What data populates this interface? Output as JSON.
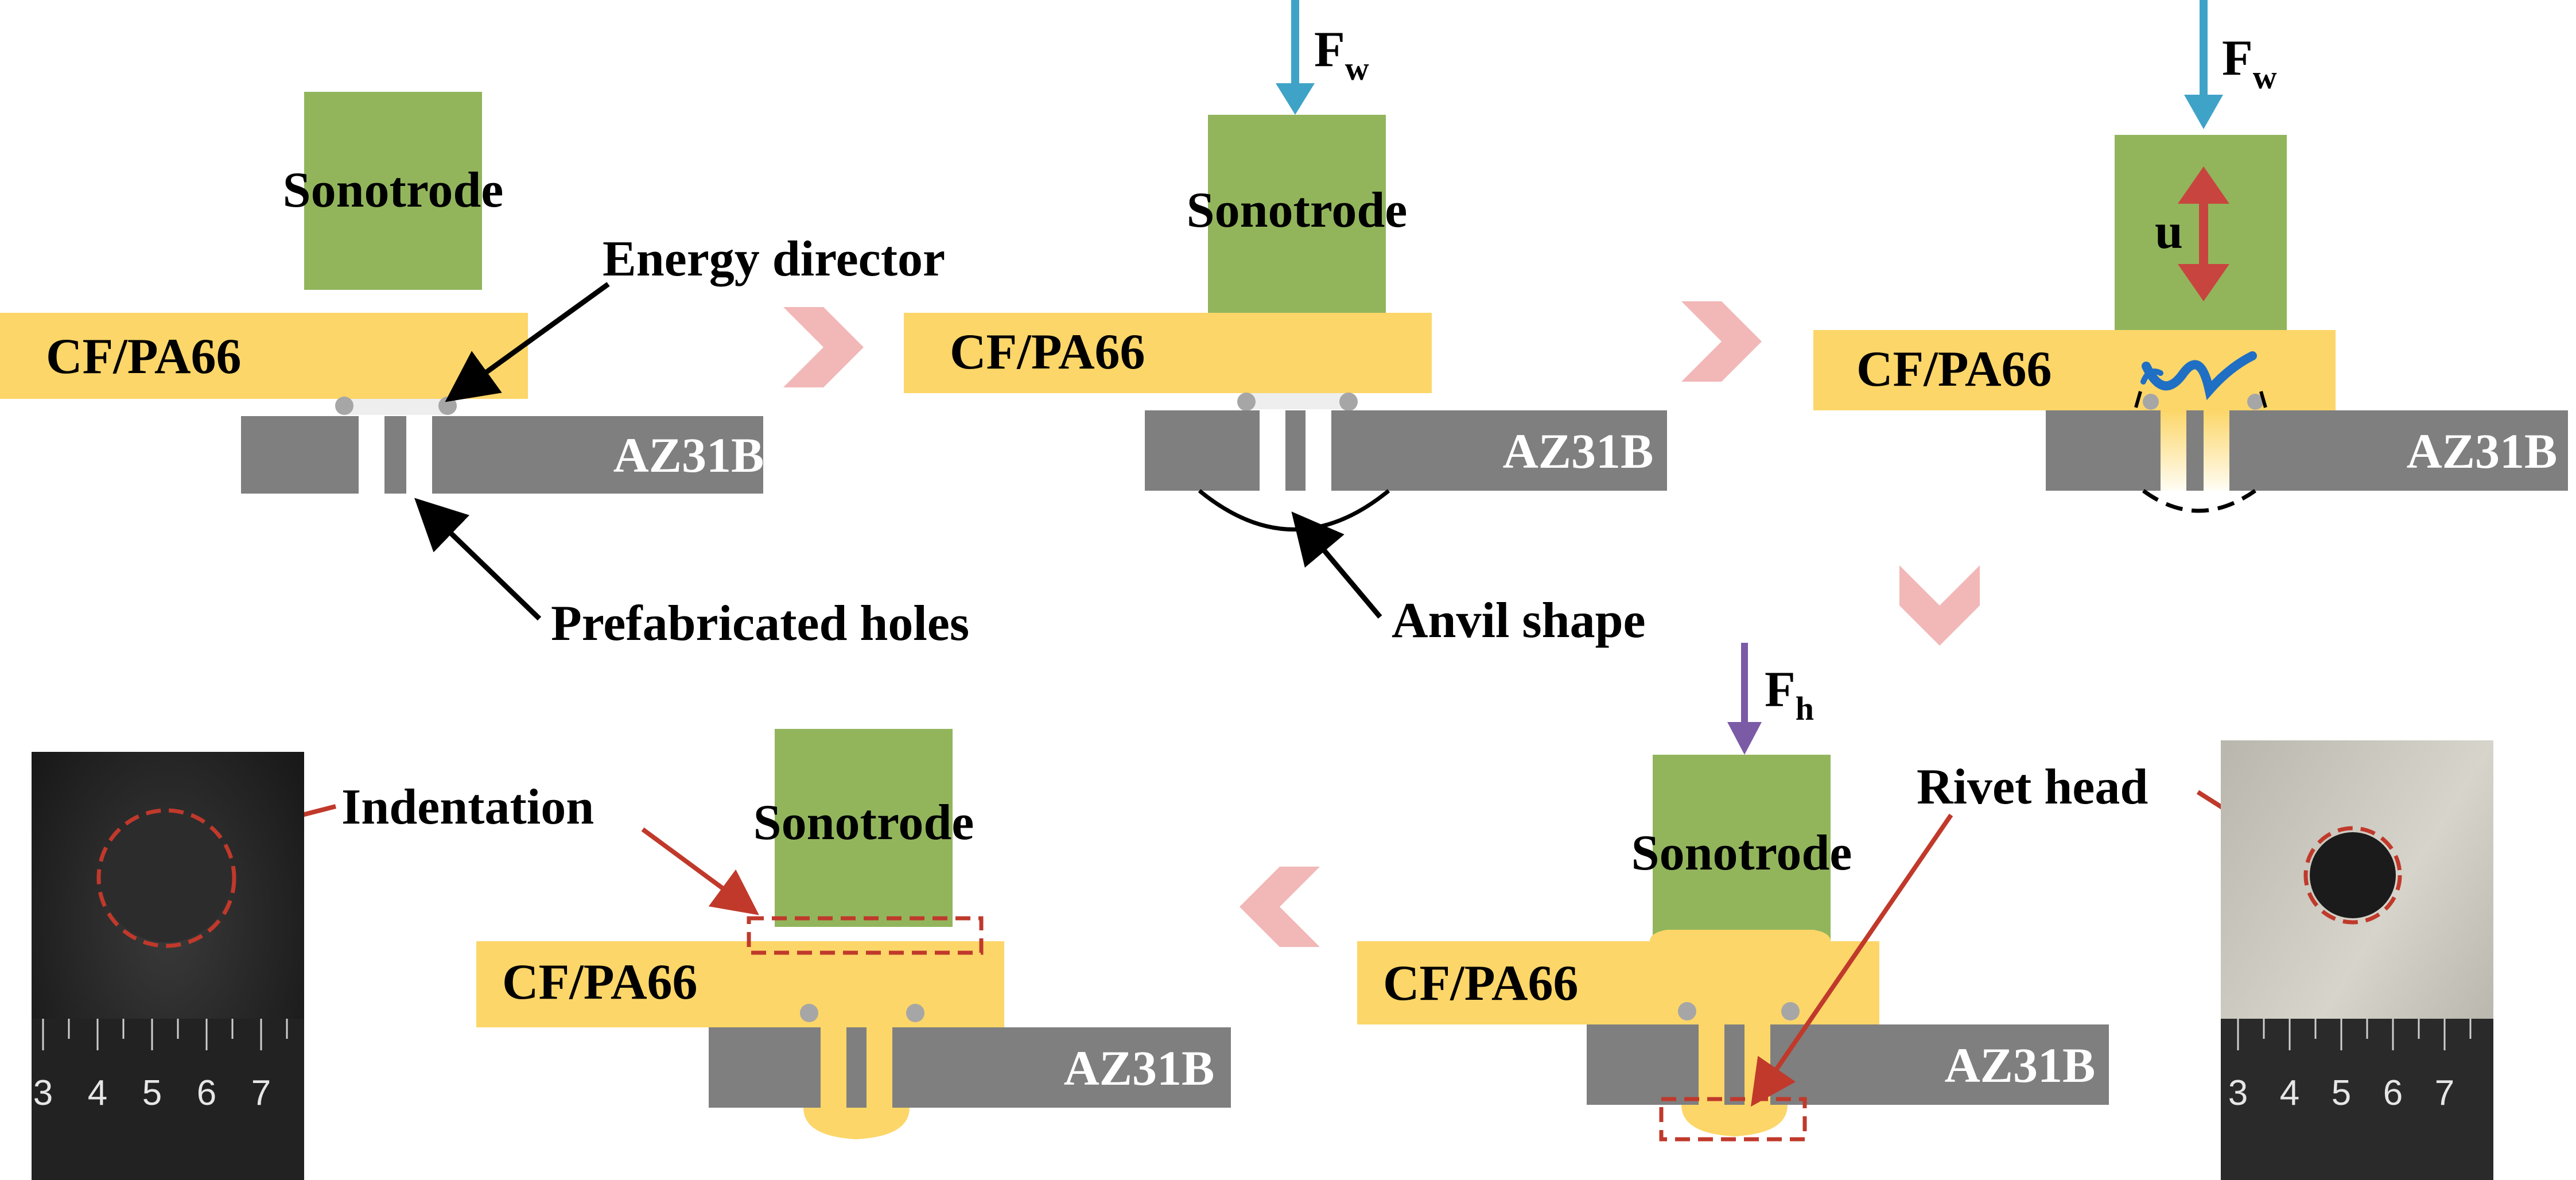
{
  "labels": {
    "sonotrode": "Sonotrode",
    "cfpa66": "CF/PA66",
    "az31b": "AZ31B",
    "energy_director": "Energy director",
    "prefabricated_holes": "Prefabricated holes",
    "anvil_shape": "Anvil shape",
    "indentation": "Indentation",
    "rivet_head": "Rivet head",
    "u": "u",
    "force_w_base": "F",
    "force_w_sub": "w",
    "force_h_base": "F",
    "force_h_sub": "h"
  },
  "rulers": {
    "left_ticks": [
      "3",
      "4",
      "5",
      "6",
      "7"
    ],
    "right_ticks": [
      "3",
      "4",
      "5",
      "6",
      "7"
    ]
  },
  "colors": {
    "sonotrode": "#92b55c",
    "cfpa66": "#fcd668",
    "az31b": "#7f7f7f",
    "flow_arrow": "#f2b7b7",
    "force_w": "#3fa3c8",
    "force_h": "#7b5aa6",
    "vibration": "#c8453f",
    "highlight": "#c0392b",
    "melt": "#1f6fc4"
  }
}
